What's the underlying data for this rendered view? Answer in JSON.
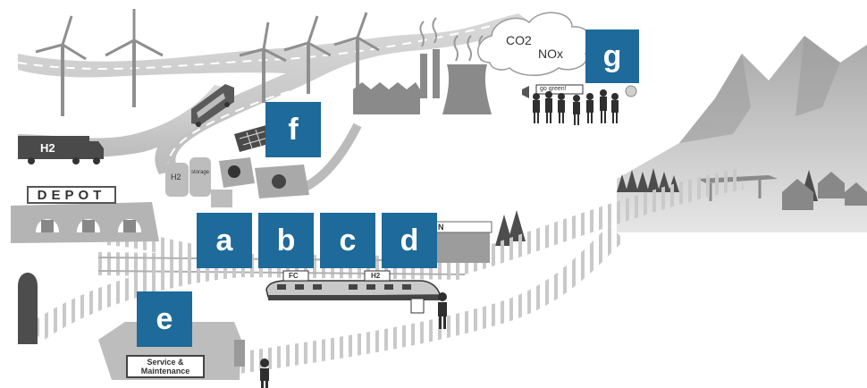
{
  "labels": {
    "depot": "DEPOT",
    "service_line1": "Service &",
    "service_line2": "Maintenance",
    "h2_truck": "H2",
    "h2_tank": "H2",
    "storage": "storage",
    "fc_sign": "FC",
    "h2_sign": "H2",
    "co2": "CO2",
    "nox": "NOx",
    "banner": "go green!",
    "station_letter": "N"
  },
  "badges": [
    "a",
    "b",
    "c",
    "d",
    "e",
    "f",
    "g"
  ],
  "colors": {
    "badge": "#1e6a9a",
    "road": "#c8c8c8",
    "rail": "#bfbfbf",
    "buildings": "#8a8a8a",
    "mountain": "#b5b5b5"
  }
}
